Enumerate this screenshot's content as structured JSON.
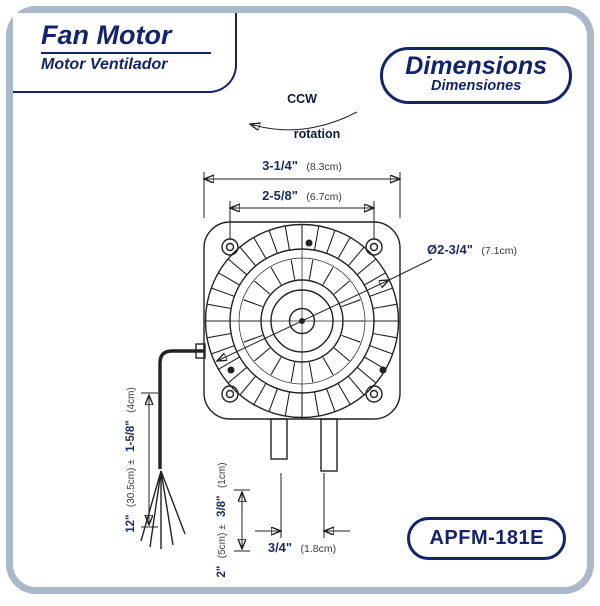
{
  "header": {
    "title": "Fan Motor",
    "subtitle": "Motor Ventilador"
  },
  "dimensions_badge": {
    "title": "Dimensions",
    "subtitle": "Dimensiones"
  },
  "model_badge": {
    "label": "APFM-181E"
  },
  "drawing": {
    "rotation_top": "CCW",
    "rotation_bottom": "rotation",
    "dims": {
      "a_in": "3-1/4\"",
      "a_cm": "(8.3cm)",
      "b_in": "2-5/8\"",
      "b_cm": "(6.7cm)",
      "dia_in": "Ø2-3/4\"",
      "dia_cm": "(7.1cm)",
      "wire_in": "12\"",
      "wire_mid": "(30.5cm) ±",
      "wire_tol_in": "1-5/8\"",
      "wire_tol_cm": "(4cm)",
      "split_in": "2\"",
      "split_mid": "(5cm) ±",
      "split_tol_in": "3/8\"",
      "split_tol_cm": "(1cm)",
      "shaft_in": "3/4\"",
      "shaft_cm": "(1.8cm)"
    }
  },
  "colors": {
    "navy": "#14246b",
    "frame": "#a9b9c9",
    "ink": "#222222"
  }
}
